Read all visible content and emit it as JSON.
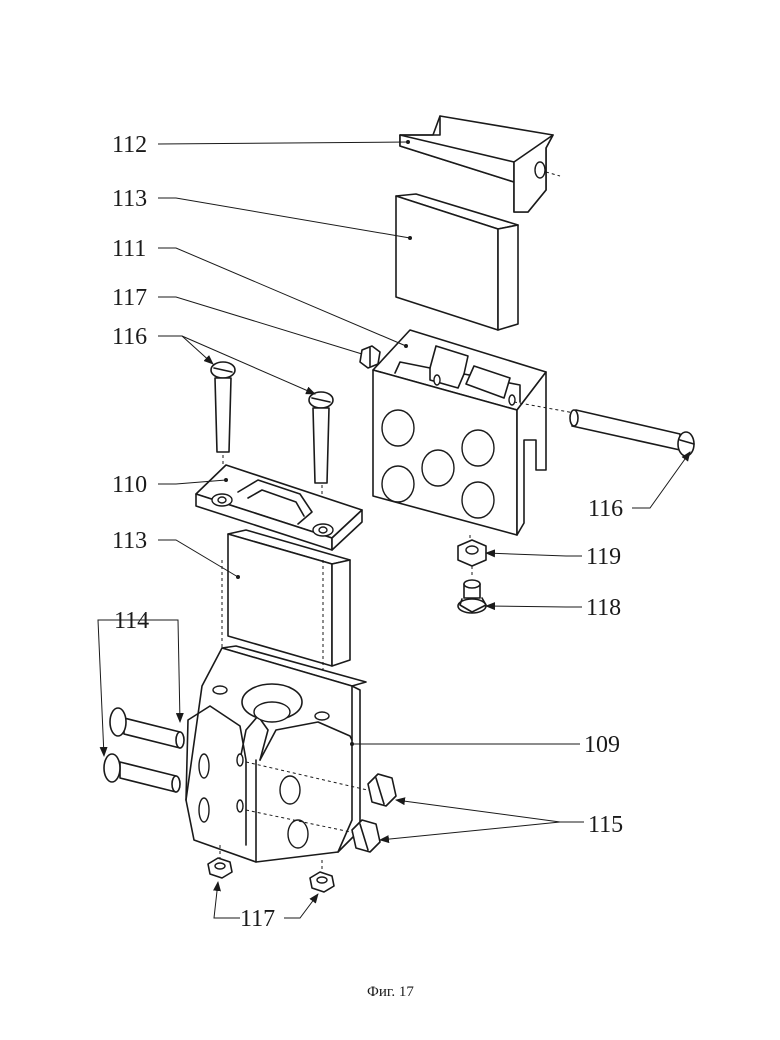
{
  "labels": {
    "l112": "112",
    "l113a": "113",
    "l111": "111",
    "l117a": "117",
    "l116a": "116",
    "l110": "110",
    "l113b": "113",
    "l114": "114",
    "l116b": "116",
    "l119": "119",
    "l118": "118",
    "l109": "109",
    "l115": "115",
    "l117b": "117"
  },
  "caption": "Фиг. 17"
}
